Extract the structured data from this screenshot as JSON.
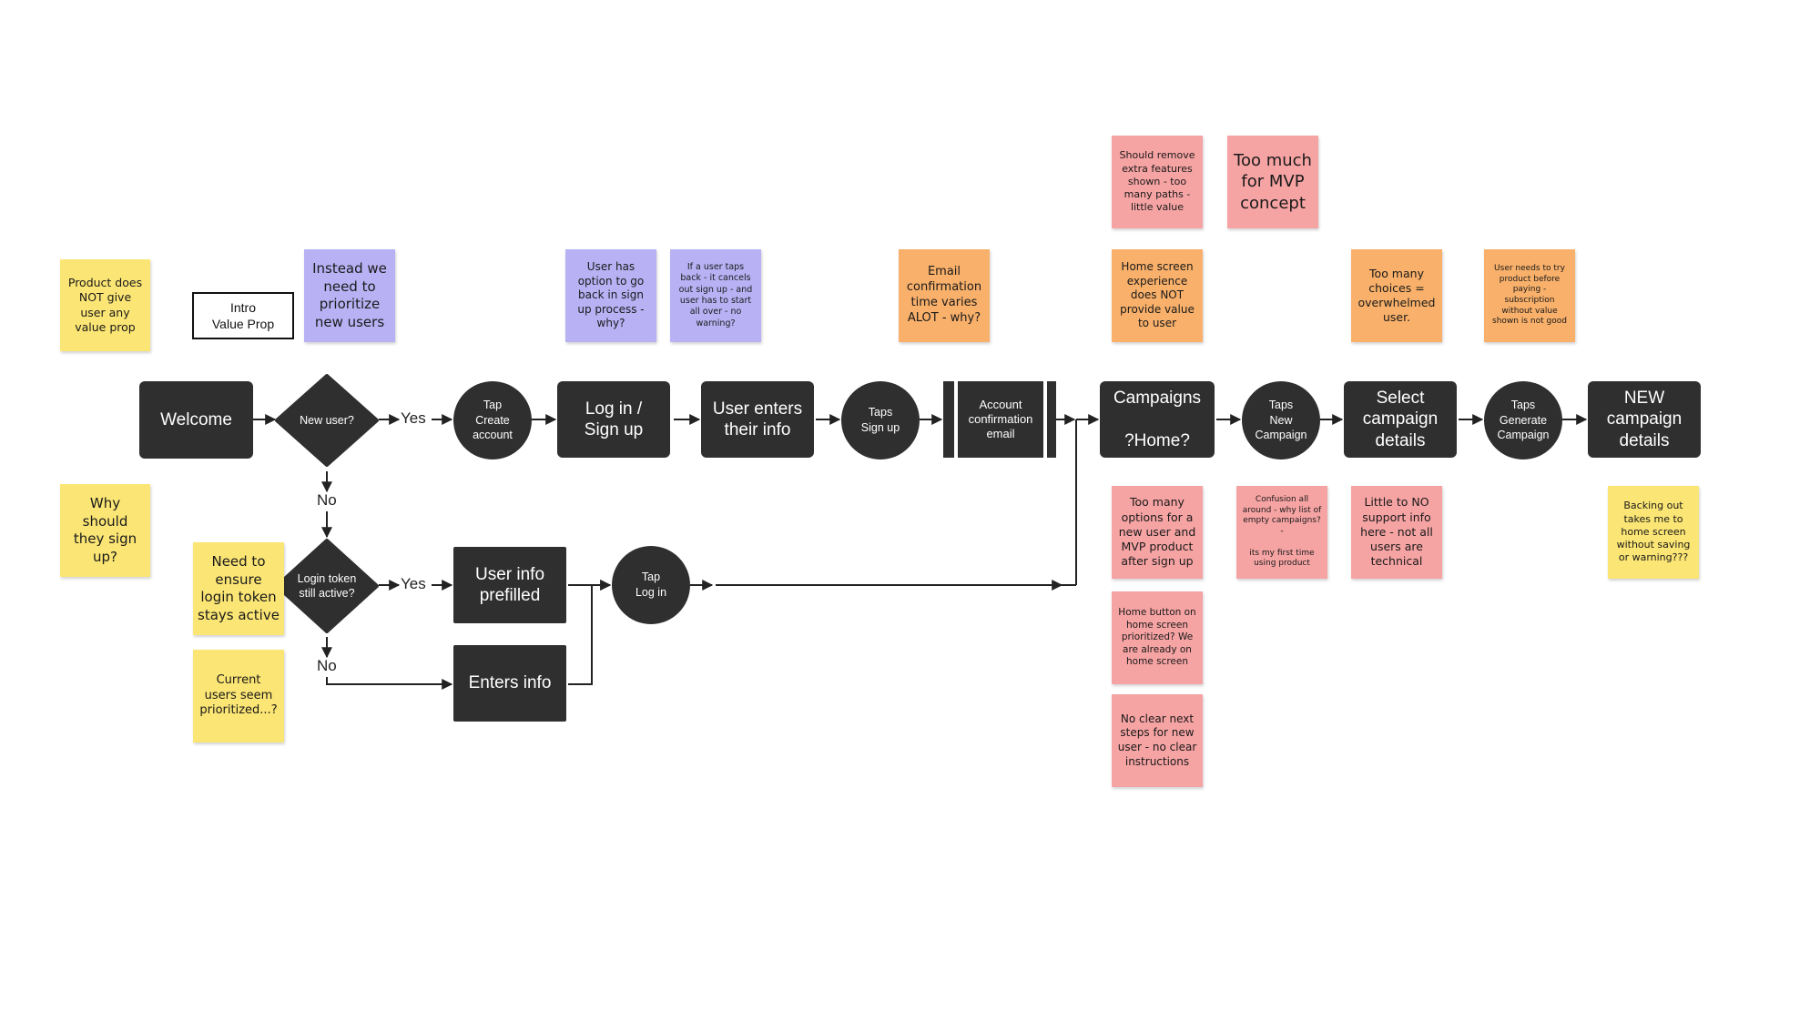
{
  "colors": {
    "node": "#2f2f2f",
    "sticky_yellow": "#fbe574",
    "sticky_purple": "#b8b1f4",
    "sticky_orange": "#f8b06a",
    "sticky_pink": "#f6a3a3"
  },
  "nodes": {
    "welcome": "Welcome",
    "new_user": "New user?",
    "tap_create": "Tap\nCreate\naccount",
    "login_signup": "Log in /\nSign up",
    "user_enters_info": "User enters\ntheir info",
    "taps_signup": "Taps\nSign up",
    "account_confirmation": "Account\nconfirmation\nemail",
    "campaigns_home": "Campaigns\n\n?Home?",
    "taps_new_campaign": "Taps\nNew\nCampaign",
    "select_campaign": "Select\ncampaign\ndetails",
    "taps_generate": "Taps\nGenerate\nCampaign",
    "new_campaign": "NEW\ncampaign\ndetails",
    "login_token": "Login token\nstill active?",
    "user_info_prefilled": "User info\nprefilled",
    "tap_login": "Tap\nLog in",
    "enters_info": "Enters info",
    "intro_value_prop": "Intro\nValue Prop"
  },
  "labels": {
    "yes_1": "Yes",
    "no_1": "No",
    "yes_2": "Yes",
    "no_2": "No"
  },
  "stickies": {
    "product_no_value": "Product does\nNOT give\nuser any\nvalue prop",
    "why_sign_up": "Why\nshould\nthey sign\nup?",
    "instead_prioritize": "Instead we\nneed to\nprioritize\nnew users",
    "ensure_login_token": "Need to\nensure\nlogin token\nstays active",
    "current_users": "Current\nusers seem\nprioritized...?",
    "option_go_back": "User has\noption to go\nback in sign\nup process -\nwhy?",
    "taps_back_cancels": "If a user taps\nback - it cancels\nout sign up - and\nuser has to start\nall over - no\nwarning?",
    "email_confirmation": "Email\nconfirmation\ntime varies\nALOT - why?",
    "remove_extra": "Should remove\nextra features\nshown - too\nmany paths -\nlittle value",
    "too_much_mvp": "Too much\nfor MVP\nconcept",
    "home_no_value": "Home screen\nexperience\ndoes NOT\nprovide value\nto user",
    "too_many_options": "Too many\noptions for a\nnew user and\nMVP product\nafter sign up",
    "home_button": "Home button on\nhome screen\nprioritized? We\nare already on\nhome screen",
    "no_next_steps": "No clear next\nsteps for new\nuser - no clear\ninstructions",
    "confusion_all_around": "Confusion all\naround - why list of\nempty campaigns? -\n\nits my first time\nusing product",
    "too_many_choices": "Too many\nchoices =\noverwhelmed\nuser.",
    "little_support": "Little to NO\nsupport info\nhere - not all\nusers are\ntechnical",
    "try_before_paying": "User needs to try\nproduct before\npaying -\nsubscription\nwithout value\nshown is not good",
    "backing_out": "Backing out\ntakes me to\nhome screen\nwithout saving\nor warning???"
  }
}
